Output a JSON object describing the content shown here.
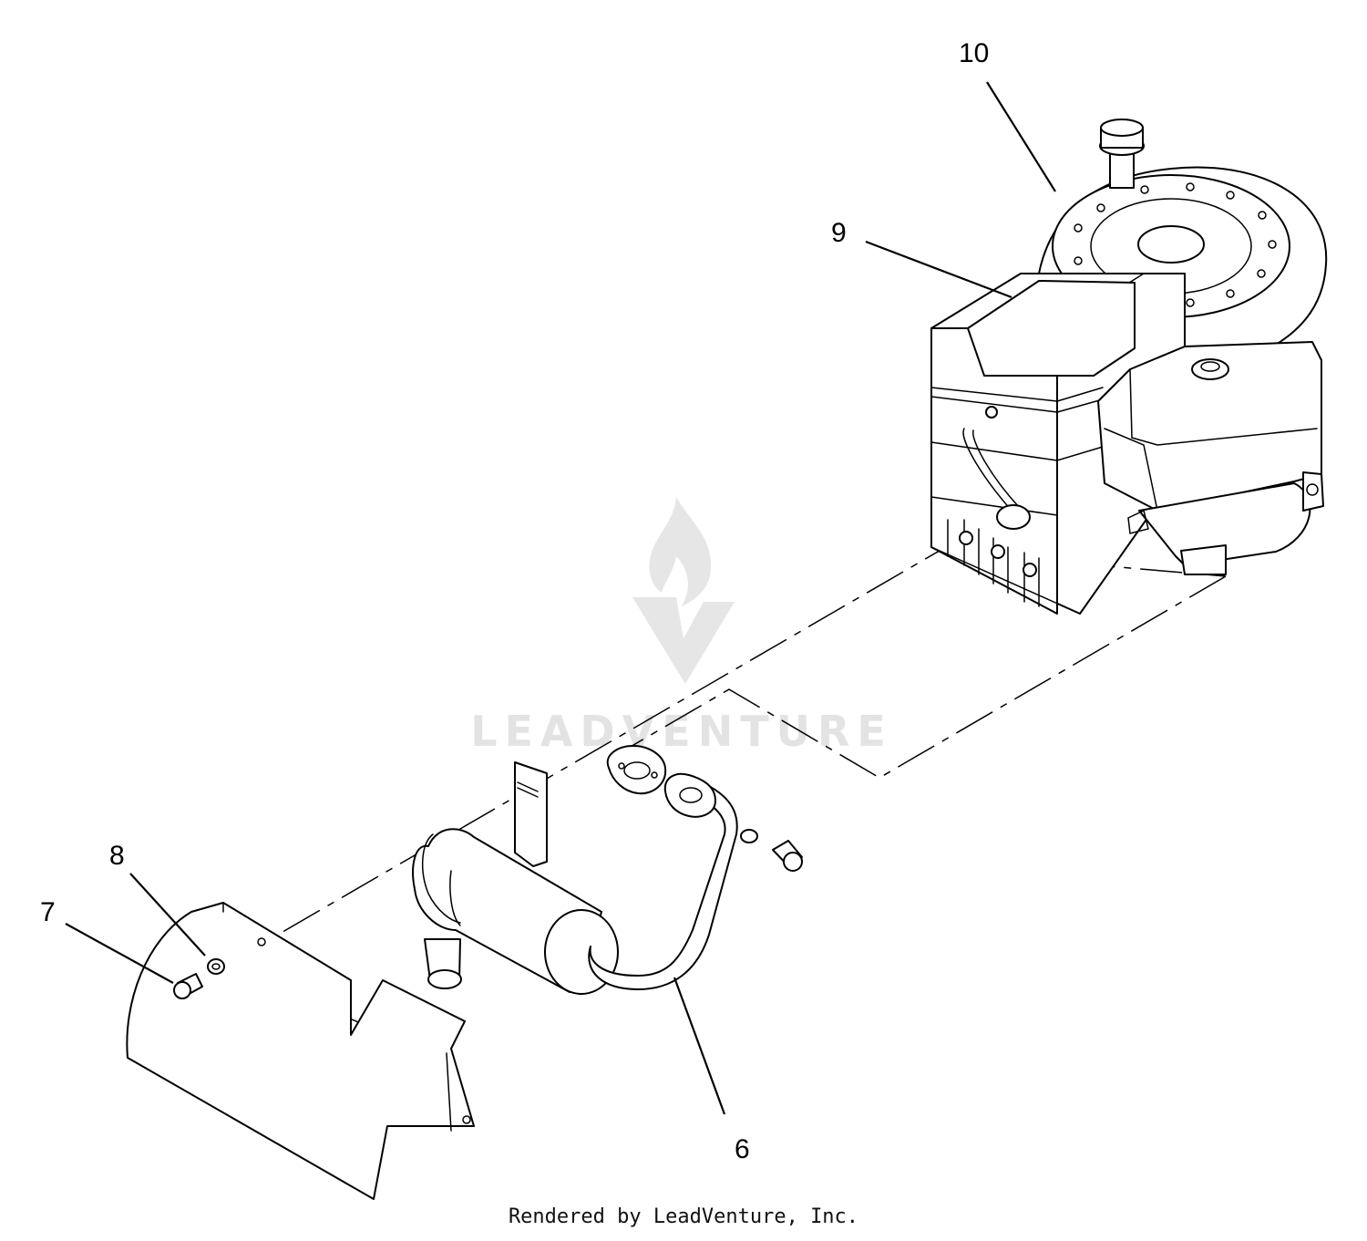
{
  "callouts": {
    "c6": "6",
    "c7": "7",
    "c8": "8",
    "c9": "9",
    "c10": "10"
  },
  "watermark": {
    "text": "LEADVENTURE"
  },
  "footer": {
    "text": "Rendered by LeadVenture, Inc."
  },
  "colors": {
    "line": "#000000",
    "watermark": "#e3e3e3",
    "background": "#ffffff"
  }
}
